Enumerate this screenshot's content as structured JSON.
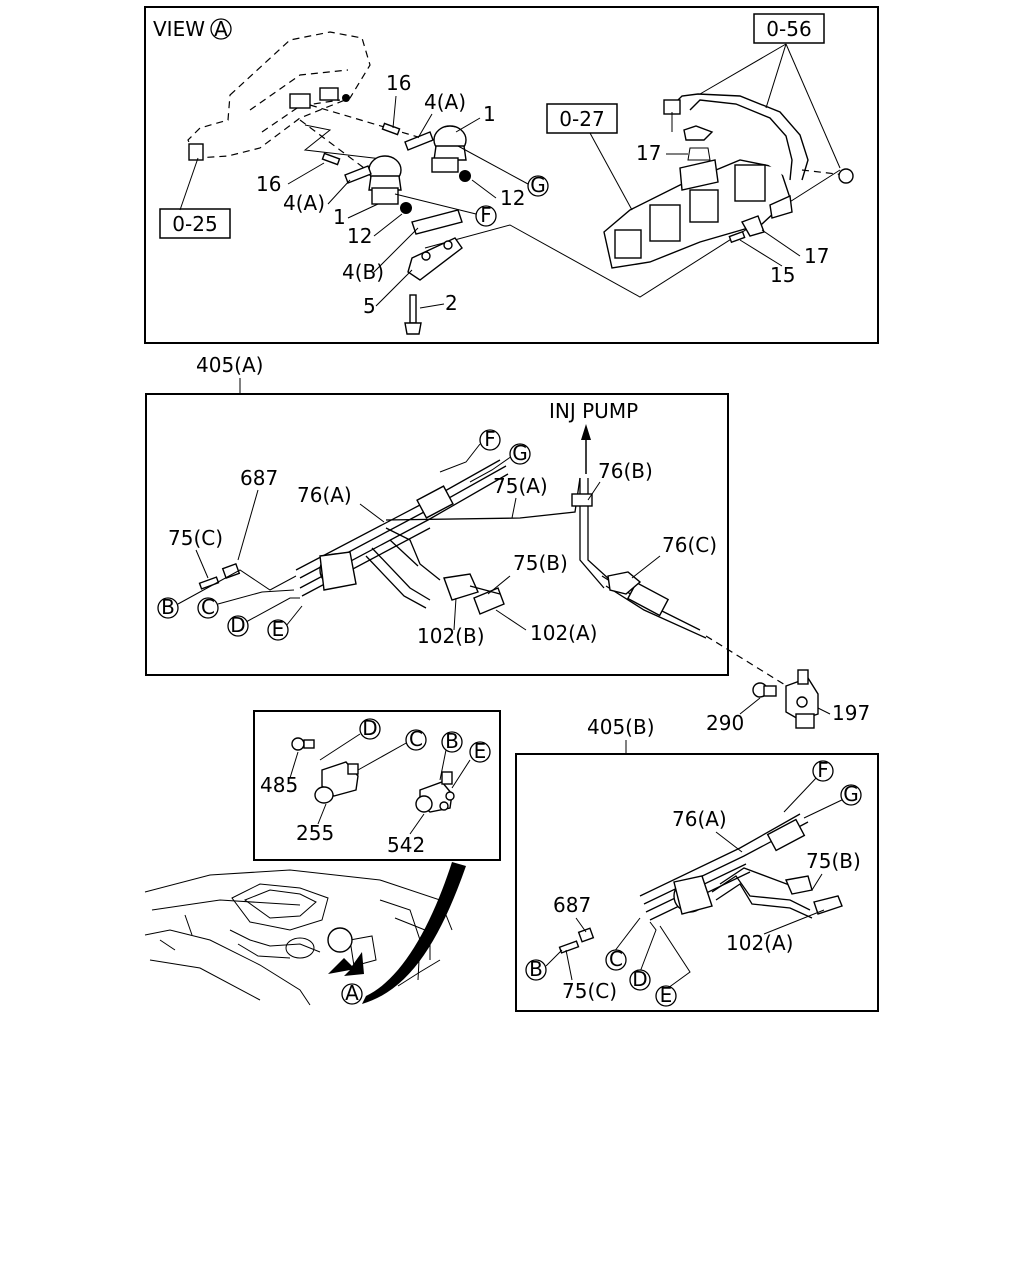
{
  "view_a": {
    "title": "VIEW",
    "title_marker": "A",
    "refs": [
      "0-56",
      "0-27",
      "0-25"
    ],
    "parts": [
      "16",
      "4(A)",
      "1",
      "17",
      "16",
      "4(A)",
      "12",
      "1",
      "12",
      "4(B)",
      "5",
      "2",
      "15",
      "17"
    ],
    "markers": [
      "G",
      "F"
    ]
  },
  "group_405a": {
    "label": "405(A)",
    "destination": "INJ PUMP",
    "parts": [
      "687",
      "76(A)",
      "75(C)",
      "75(A)",
      "76(B)",
      "76(C)",
      "75(B)",
      "102(B)",
      "102(A)"
    ],
    "markers": [
      "F",
      "G",
      "B",
      "C",
      "D",
      "E"
    ]
  },
  "outside": {
    "parts": [
      "290",
      "197"
    ]
  },
  "detail": {
    "parts": [
      "485",
      "255",
      "542"
    ],
    "markers": [
      "D",
      "C",
      "B",
      "E"
    ]
  },
  "engine": {
    "marker": "A"
  },
  "group_405b": {
    "label": "405(B)",
    "parts": [
      "76(A)",
      "75(B)",
      "687",
      "102(A)",
      "75(C)"
    ],
    "markers": [
      "F",
      "G",
      "B",
      "C",
      "D",
      "E"
    ]
  }
}
